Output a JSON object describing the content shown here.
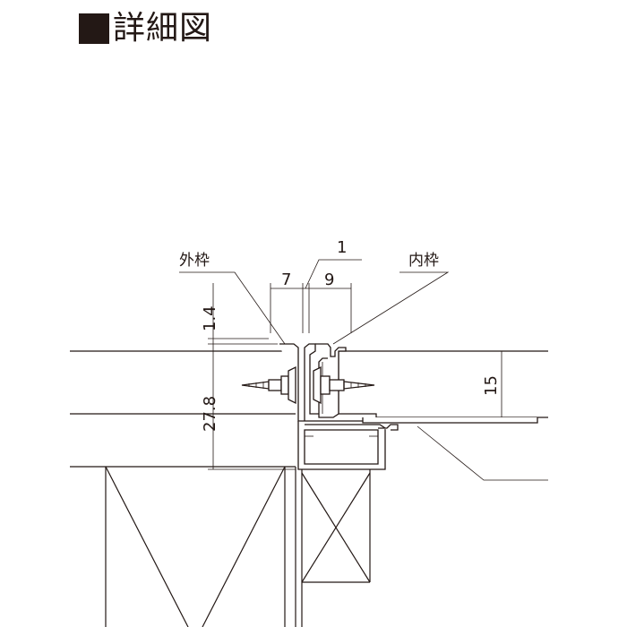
{
  "header": {
    "title": "詳細図"
  },
  "labels": {
    "outer_frame": "外枠",
    "inner_frame": "内枠"
  },
  "dimensions": {
    "gap": "1",
    "left_width": "7",
    "right_width": "9",
    "top_offset": "1.4",
    "outer_height": "27.8",
    "board_height": "15"
  },
  "colors": {
    "line": "#231815",
    "background": "#ffffff"
  }
}
